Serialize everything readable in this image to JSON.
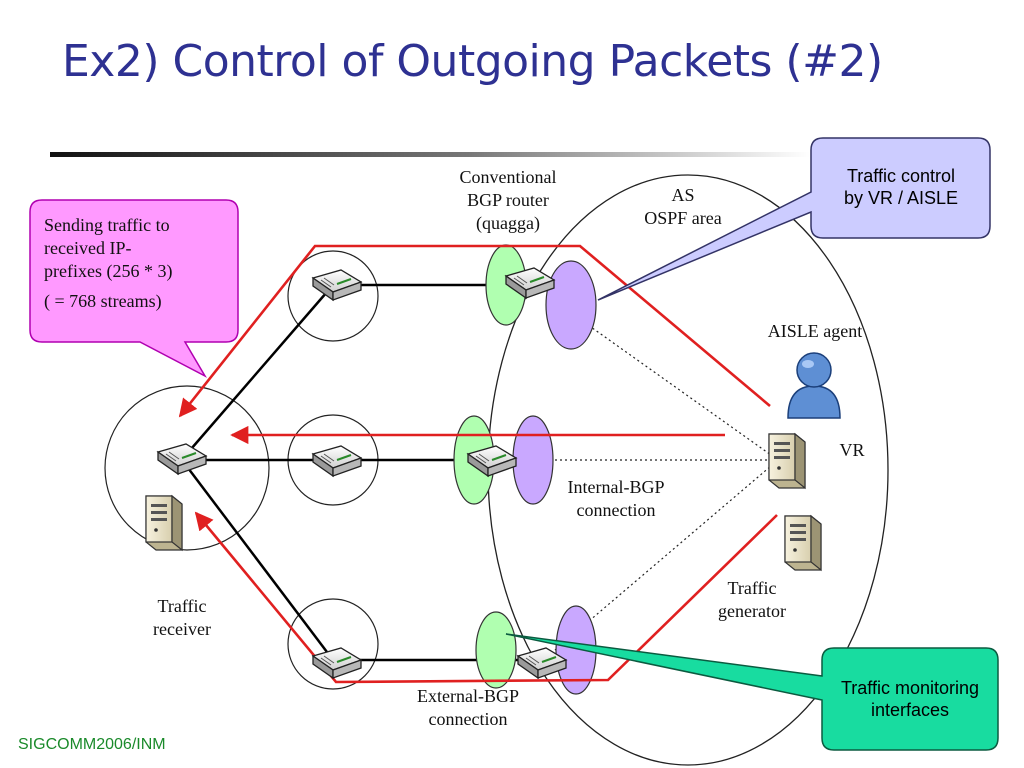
{
  "title": "Ex2) Control of Outgoing Packets (#2)",
  "footer": "SIGCOMM2006/INM",
  "colors": {
    "title": "#2e3192",
    "traffic_path": "#e02020",
    "bgp_interface": "#b0ffb0",
    "vr_interface": "#c9a8ff",
    "control_box": "#ccccff",
    "monitor_box": "#18dca0",
    "sending_callout": "#ff99ff",
    "footer": "#1a8a2a"
  },
  "labels": {
    "conventional_router": [
      "Conventional",
      "BGP router",
      "(quagga)"
    ],
    "as_area": [
      "AS",
      "OSPF area"
    ],
    "aisle_agent": "AISLE agent",
    "vr": "VR",
    "internal_bgp": [
      "Internal-BGP",
      "connection"
    ],
    "external_bgp": [
      "External-BGP",
      "connection"
    ],
    "traffic_generator": [
      "Traffic",
      "generator"
    ],
    "traffic_receiver": [
      "Traffic",
      "receiver"
    ]
  },
  "callouts": {
    "sending_traffic": {
      "lines": [
        "Sending traffic to",
        "received IP-",
        "prefixes (256 * 3)"
      ],
      "streams": "( = 768 streams)"
    },
    "traffic_control": [
      "Traffic control",
      "by VR / AISLE"
    ],
    "traffic_monitoring": [
      "Traffic monitoring",
      "interfaces"
    ]
  },
  "icons": {
    "router": "router-icon",
    "server": "server-icon",
    "agent": "user-icon"
  }
}
